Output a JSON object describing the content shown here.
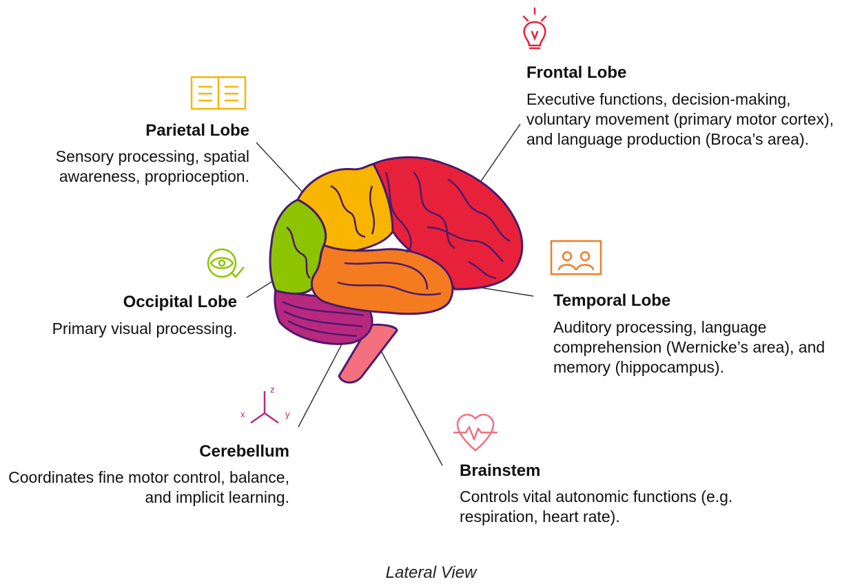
{
  "lobes": {
    "frontal": {
      "title": "Frontal Lobe",
      "desc": "Executive functions, decision-making, voluntary movement (primary motor cortex), and language production (Broca’s area).",
      "icon": "lightbulb-icon",
      "color": "#e8213a"
    },
    "parietal": {
      "title": "Parietal Lobe",
      "desc": "Sensory processing, spatial awareness, proprioception.",
      "icon": "book-icon",
      "color": "#f7b500"
    },
    "occipital": {
      "title": "Occipital Lobe",
      "desc": "Primary visual processing.",
      "icon": "eye-icon",
      "color": "#8dc400"
    },
    "temporal": {
      "title": "Temporal Lobe",
      "desc": "Auditory processing, language comprehension (Wernicke’s area), and memory (hippocampus).",
      "icon": "people-frame-icon",
      "color": "#f47b20"
    },
    "cerebellum": {
      "title": "Cerebellum",
      "desc": "Coordinates fine motor control, balance, and implicit learning.",
      "icon": "axes-icon",
      "color": "#b8287f",
      "axes": {
        "x": "x",
        "y": "y",
        "z": "z"
      }
    },
    "brainstem": {
      "title": "Brainstem",
      "desc": "Controls vital autonomic functions (e.g. respiration, heart rate).",
      "icon": "heart-pulse-icon",
      "color": "#f07080"
    }
  },
  "caption": "Lateral View"
}
